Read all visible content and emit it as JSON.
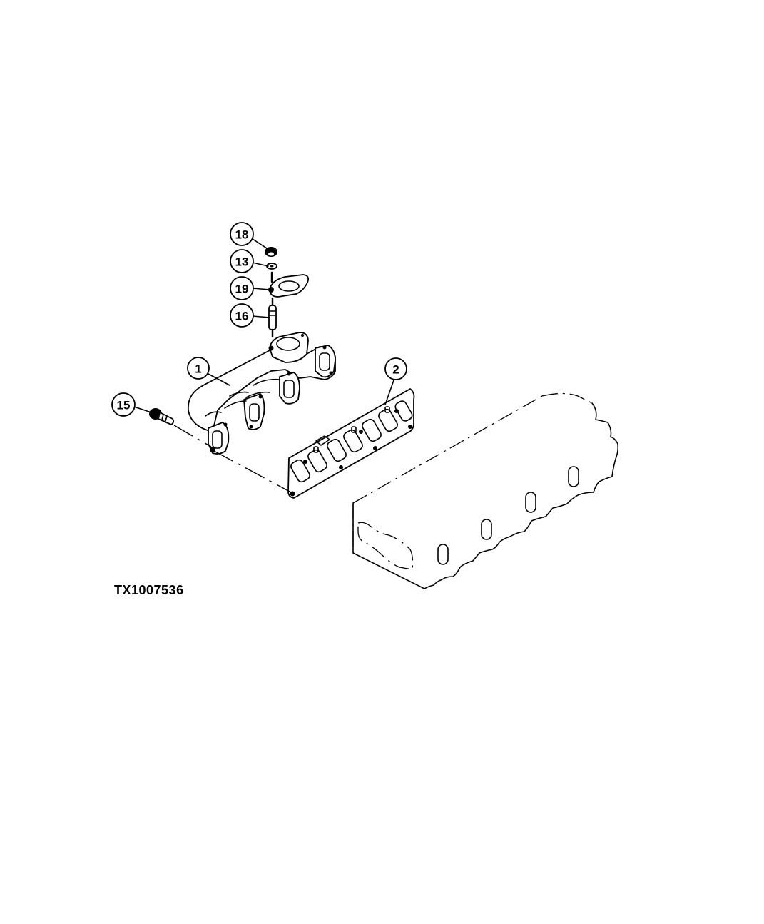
{
  "figure": {
    "id_label": "TX1007536",
    "title": "Exhaust manifold exploded view"
  },
  "callouts": [
    {
      "number": "1",
      "part": "exhaust-manifold"
    },
    {
      "number": "2",
      "part": "manifold-gasket"
    },
    {
      "number": "13",
      "part": "washer"
    },
    {
      "number": "15",
      "part": "cap-screw"
    },
    {
      "number": "16",
      "part": "stud"
    },
    {
      "number": "18",
      "part": "nut"
    },
    {
      "number": "19",
      "part": "flange-gasket"
    }
  ],
  "colors": {
    "line": "#000000",
    "background": "#ffffff"
  }
}
